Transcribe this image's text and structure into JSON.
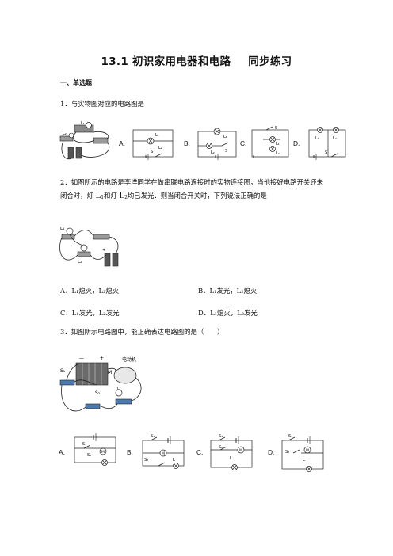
{
  "title": {
    "part1": "13.1  初识家用电器和电路",
    "part2": "同步练习"
  },
  "section": "一、单选题",
  "q1": {
    "stem": "1．与实物图对应的电路图是",
    "options": [
      "A.",
      "B.",
      "C.",
      "D."
    ],
    "labels": {
      "L": "L",
      "L1": "L₁",
      "L2": "L₂",
      "S": "S"
    }
  },
  "q2": {
    "line1": "2．如图所示的电路是李洋同学在做串联电路连接时的实物连接图，当他接好电路开关还未",
    "line2_pre": "闭合时，灯",
    "line2_mid1": "和灯",
    "line2_post": "均已发光．则当闭合开关时，下列说法正确的是",
    "lamp1": "L",
    "lamp2": "L",
    "sub1": "1",
    "sub2": "2",
    "fig_labels": {
      "L1": "L₁",
      "L2": "L₂"
    },
    "options": [
      {
        "letter": "A．",
        "text": "L₁熄灭，L₂熄灭"
      },
      {
        "letter": "B．",
        "text": "L₁发光，L₂熄灭"
      },
      {
        "letter": "C．",
        "text": "L₁发光，L₂发光"
      },
      {
        "letter": "D．",
        "text": "L₁熄灭，L₂发光"
      }
    ]
  },
  "q3": {
    "stem": "3．如图所示电路图中，能正确表达电路图的是（　　）",
    "fig_labels": {
      "minus": "—",
      "plus": "+",
      "motor_label": "电动机",
      "M": "M",
      "S1": "S₁",
      "S2": "S₂",
      "L": "L"
    },
    "options": [
      "A.",
      "B.",
      "C.",
      "D."
    ]
  },
  "colors": {
    "text": "#111111",
    "line": "#222222"
  }
}
